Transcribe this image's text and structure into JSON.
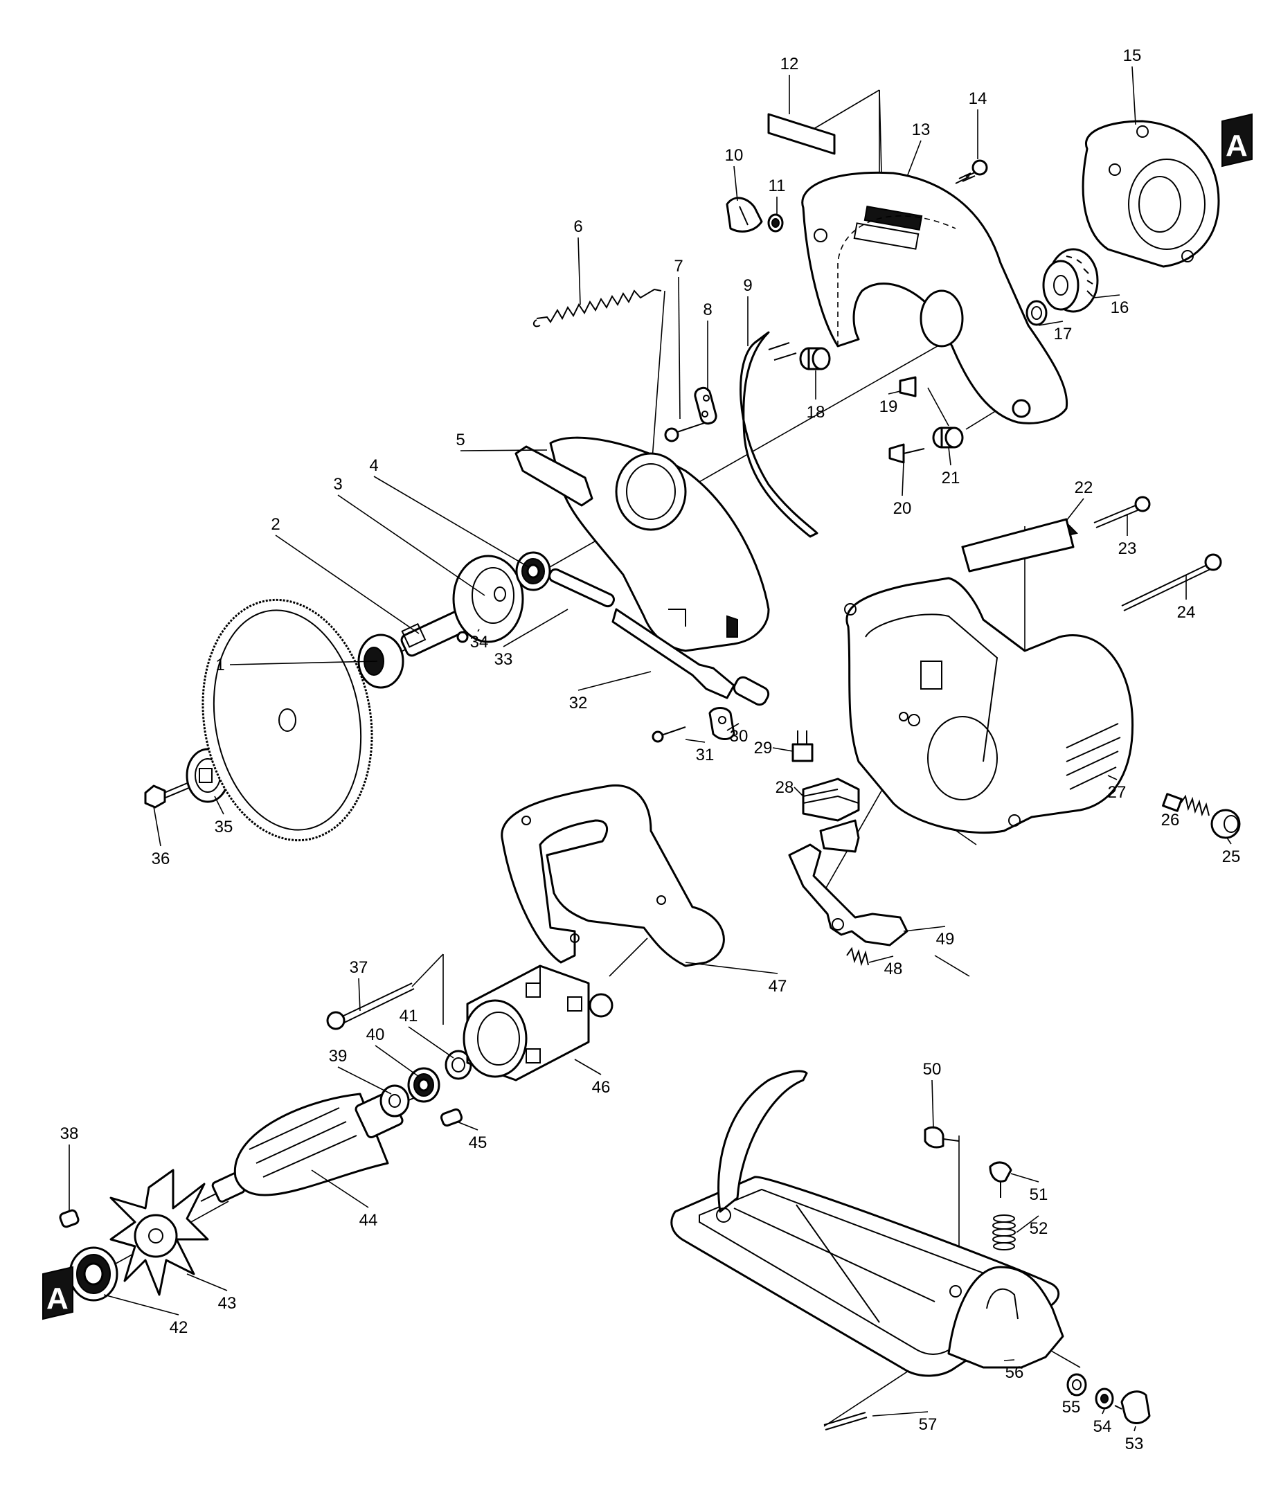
{
  "diagram": {
    "part_numbers": [
      "1",
      "2",
      "3",
      "4",
      "5",
      "6",
      "7",
      "8",
      "9",
      "10",
      "11",
      "12",
      "13",
      "14",
      "15",
      "16",
      "17",
      "18",
      "19",
      "20",
      "21",
      "22",
      "23",
      "24",
      "25",
      "26",
      "27",
      "28",
      "29",
      "30",
      "31",
      "32",
      "33",
      "34",
      "35",
      "36",
      "37",
      "38",
      "39",
      "40",
      "41",
      "42",
      "43",
      "44",
      "45",
      "46",
      "47",
      "48",
      "49",
      "50",
      "51",
      "52",
      "53",
      "54",
      "55",
      "56",
      "57"
    ],
    "badges": {
      "connector_top": "A",
      "connector_bottom": "A"
    }
  }
}
